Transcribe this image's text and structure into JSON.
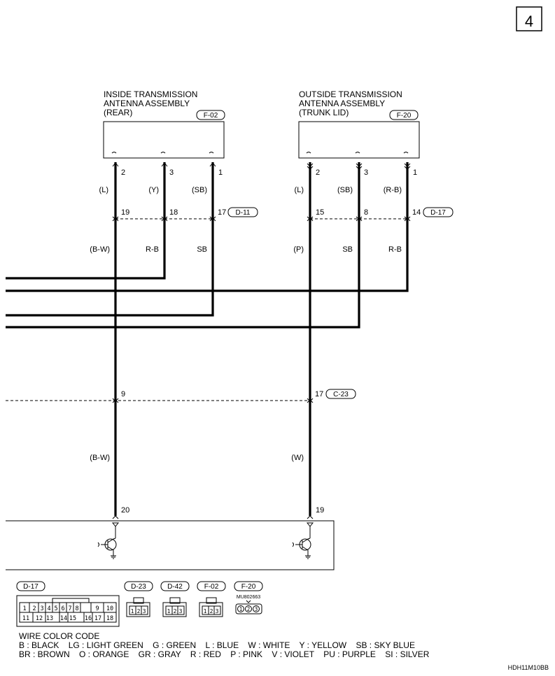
{
  "page_number": "4",
  "footer_code": "HDH11M10BB",
  "components": {
    "inside_antenna": {
      "title_line1": "INSIDE TRANSMISSION",
      "title_line2": "ANTENNA ASSEMBLY",
      "title_line3": "(REAR)",
      "connector": "F-02",
      "pins": [
        "2",
        "3",
        "1"
      ],
      "wire_colors": [
        "(L)",
        "(Y)",
        "(SB)"
      ]
    },
    "outside_antenna": {
      "title_line1": "OUTSIDE TRANSMISSION",
      "title_line2": "ANTENNA ASSEMBLY",
      "title_line3": "(TRUNK LID)",
      "connector": "F-20",
      "pins": [
        "2",
        "3",
        "1"
      ],
      "wire_colors": [
        "(L)",
        "(SB)",
        "(R-B)"
      ]
    }
  },
  "junctions": {
    "d11": {
      "connector": "D-11",
      "pins": [
        "19",
        "18",
        "17"
      ],
      "wire_colors": [
        "(B-W)",
        "R-B",
        "SB"
      ]
    },
    "d17": {
      "connector": "D-17",
      "pins": [
        "15",
        "8",
        "14"
      ],
      "wire_colors": [
        "(P)",
        "SB",
        "R-B"
      ]
    },
    "c23": {
      "connector": "C-23",
      "left_pin": "9",
      "right_pin": "17",
      "wire_colors": [
        "(B-W)",
        "(W)"
      ]
    }
  },
  "ecu": {
    "pins": [
      "20",
      "19"
    ]
  },
  "legend": {
    "connectors": [
      "D-17",
      "D-23",
      "D-42",
      "F-02",
      "F-20"
    ],
    "part_number": "MU802663",
    "d17_top_pins": [
      "1",
      "2",
      "3",
      "4",
      "5",
      "6",
      "7",
      "8",
      "9",
      "10"
    ],
    "d17_bottom_pins": [
      "11",
      "12",
      "13",
      "14",
      "15",
      "16",
      "17",
      "18"
    ],
    "three_pins": [
      "1",
      "2",
      "3"
    ]
  },
  "wire_color_code": {
    "title": "WIRE COLOR CODE",
    "line1": "B : BLACK    LG : LIGHT GREEN    G : GREEN    L : BLUE    W : WHITE    Y : YELLOW    SB : SKY BLUE",
    "line2": "BR : BROWN    O : ORANGE    GR : GRAY    R : RED    P : PINK    V : VIOLET    PU : PURPLE    SI : SILVER"
  }
}
